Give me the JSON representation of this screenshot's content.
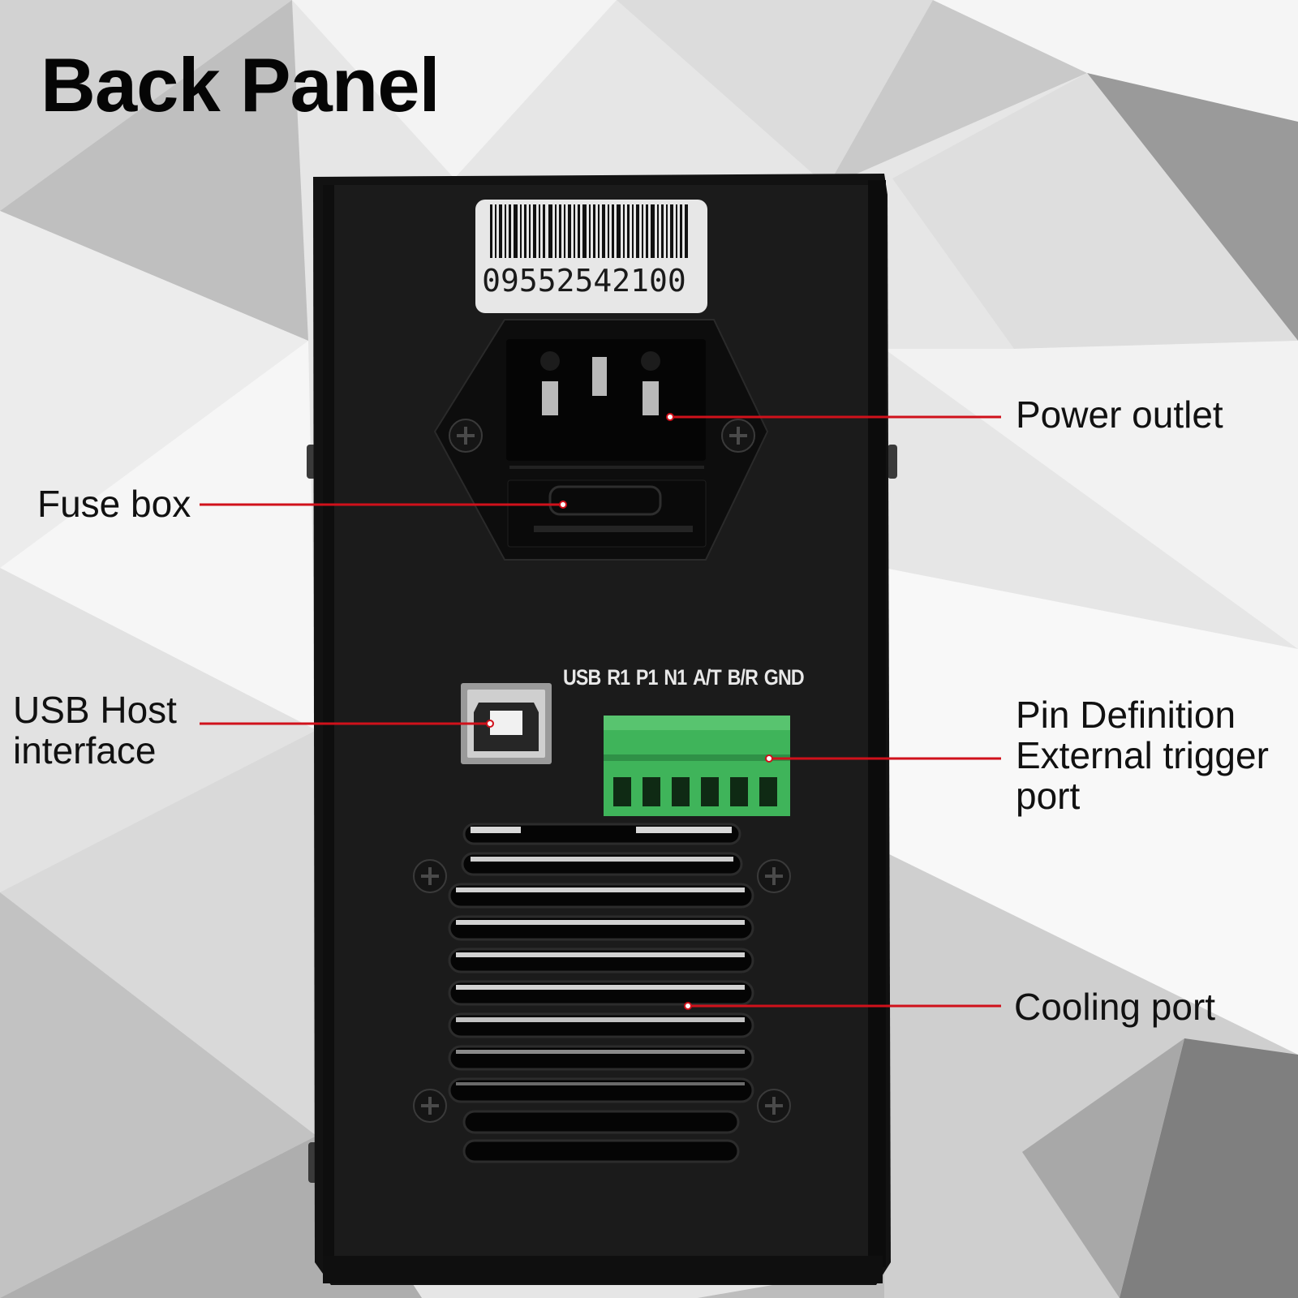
{
  "title": "Back Panel",
  "serial_number": "09552542100",
  "terminal_pins": [
    "USB",
    "R1",
    "P1",
    "N1",
    "A/T",
    "B/R",
    "GND"
  ],
  "callouts": {
    "power_outlet": "Power outlet",
    "fuse_box": "Fuse box",
    "usb_host": [
      "USB Host",
      "interface"
    ],
    "pin_definition": [
      "Pin Definition",
      "External trigger",
      "port"
    ],
    "cooling_port": "Cooling port"
  },
  "colors": {
    "callout_line": "#d0111b",
    "panel": "#141414",
    "terminal_block": "#3fb45a"
  }
}
